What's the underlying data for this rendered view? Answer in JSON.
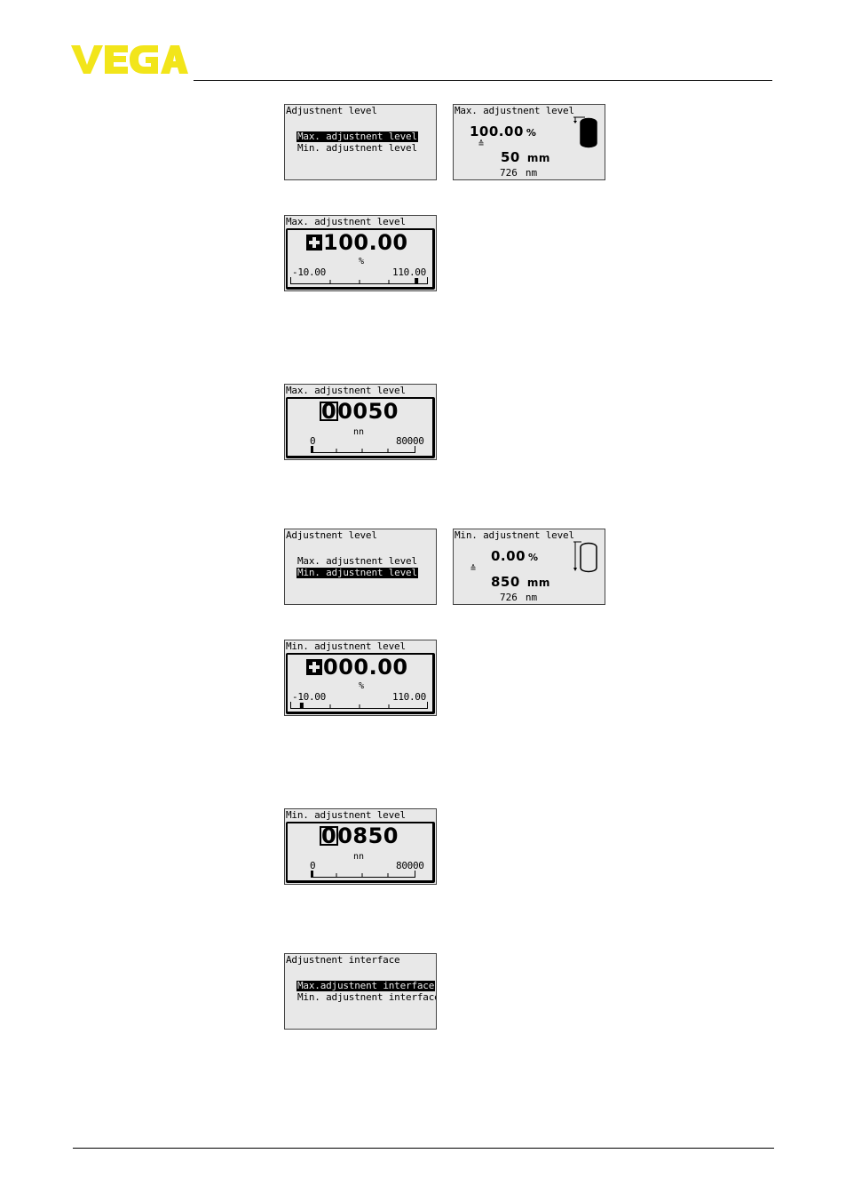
{
  "header": {
    "brand": "VEGA",
    "brand_color": "#f2e51a"
  },
  "screens": {
    "s1": {
      "title": "Adjustnent level",
      "options": [
        "Max. adjustnent level",
        "Min. adjustnent level"
      ],
      "selected": 0
    },
    "s2": {
      "title": "Max. adjustnent level",
      "percent": "100.00",
      "percent_unit": "%",
      "corr": "≙",
      "distance": "50",
      "distance_unit": "mm",
      "measured": "726",
      "measured_unit": "nm",
      "tank_fill": 1.0
    },
    "s3": {
      "title": "Max. adjustnent level",
      "value": "100.00",
      "unit": "%",
      "scale_min": "-10.00",
      "scale_max": "110.00",
      "marker_fraction": 0.917
    },
    "s4": {
      "title": "Max. adjustnent level",
      "cursor_digit": "0",
      "value": "0050",
      "unit": "nn",
      "scale_min": "0",
      "scale_max": "80000",
      "marker_fraction": 0.0
    },
    "s5": {
      "title": "Adjustnent level",
      "options": [
        "Max. adjustnent level",
        "Min. adjustnent level"
      ],
      "selected": 1
    },
    "s6": {
      "title": "Min. adjustnent level",
      "percent": "0.00",
      "percent_unit": "%",
      "corr": "≙",
      "distance": "850",
      "distance_unit": "mm",
      "measured": "726",
      "measured_unit": "nm",
      "tank_fill": 0.0
    },
    "s7": {
      "title": "Min. adjustnent level",
      "value": "000.00",
      "unit": "%",
      "scale_min": "-10.00",
      "scale_max": "110.00",
      "marker_fraction": 0.083
    },
    "s8": {
      "title": "Min. adjustnent level",
      "cursor_digit": "0",
      "value": "0850",
      "unit": "nn",
      "scale_min": "0",
      "scale_max": "80000",
      "marker_fraction": 0.0
    },
    "s9": {
      "title": "Adjustnent interface",
      "options": [
        "Max.adjustnent interface",
        "Min. adjustnent interface"
      ],
      "selected": 0
    }
  }
}
